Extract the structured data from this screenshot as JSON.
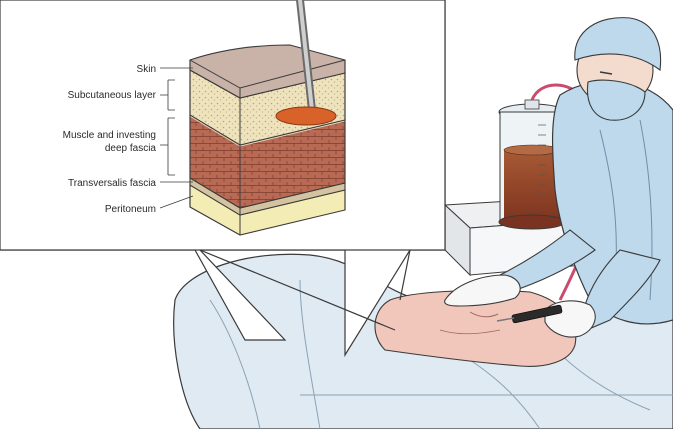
{
  "inset_labels": {
    "skin": "Skin",
    "subcutaneous": "Subcutaneous layer",
    "muscle_line1": "Muscle and investing",
    "muscle_line2": "deep fascia",
    "transversalis": "Transversalis fascia",
    "peritoneum": "Peritoneum"
  },
  "colors": {
    "outline": "#3a3a3a",
    "skin": "#c9b2a8",
    "fat": "#efe3bd",
    "muscle": "#b86a55",
    "fascia": "#d4c3a0",
    "peritoneum": "#f3ecb4",
    "needle_tip": "#d9622b",
    "gown": "#bed8ec",
    "glove": "#f7f7f7",
    "abdomen": "#f1c7bb",
    "fluid": "#9a4b2a",
    "tubing": "#c94c6c"
  }
}
